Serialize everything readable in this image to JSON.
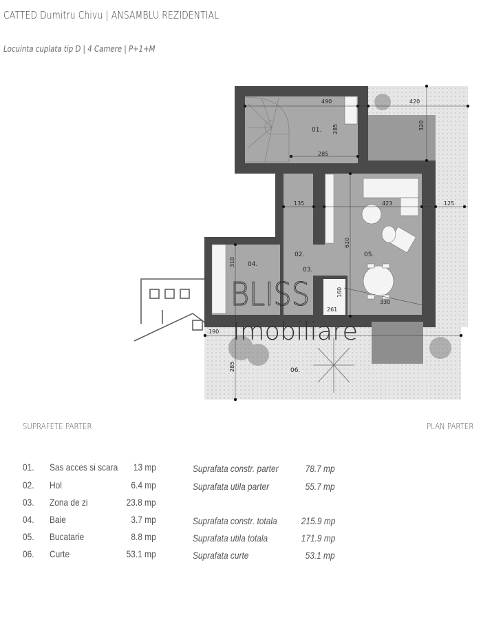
{
  "header": {
    "title": "CATTED Dumitru Chivu | ANSAMBLU REZIDENTIAL",
    "subtitle": "Locuinta cuplata tip D | 4 Camere | P+1+M"
  },
  "plan": {
    "rooms": [
      "01.",
      "02.",
      "03.",
      "04.",
      "05.",
      "06."
    ],
    "dimensions": [
      "490",
      "420",
      "285",
      "285",
      "320",
      "135",
      "423",
      "125",
      "610",
      "310",
      "160",
      "261",
      "330",
      "190",
      "285"
    ]
  },
  "watermark": {
    "brand": "BLISS",
    "tagline": "Imobiliare"
  },
  "section_left_title": "SUPRAFETE PARTER",
  "section_right_title": "PLAN PARTER",
  "rooms_table": [
    {
      "num": "01.",
      "name": "Sas acces si scara",
      "area": "13 mp"
    },
    {
      "num": "02.",
      "name": "Hol",
      "area": "6.4 mp"
    },
    {
      "num": "03.",
      "name": "Zona de zi",
      "area": "23.8 mp"
    },
    {
      "num": "04.",
      "name": "Baie",
      "area": "3.7 mp"
    },
    {
      "num": "05.",
      "name": "Bucatarie",
      "area": "8.8 mp"
    },
    {
      "num": "06.",
      "name": "Curte",
      "area": "53.1 mp"
    }
  ],
  "totals": [
    {
      "label": "Suprafata constr. parter",
      "value": "78.7 mp"
    },
    {
      "label": "Suprafata utila parter",
      "value": "55.7 mp"
    },
    {
      "label": "Suprafata constr. totala",
      "value": "215.9 mp"
    },
    {
      "label": "Suprafata utila totala",
      "value": "171.9 mp"
    },
    {
      "label": "Suprafata curte",
      "value": "53.1 mp"
    }
  ]
}
